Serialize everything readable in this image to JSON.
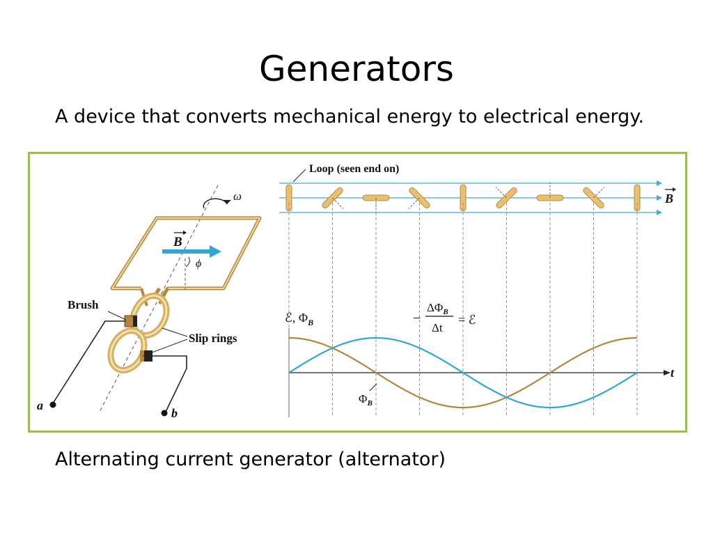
{
  "slide": {
    "title": "Generators",
    "subtitle": "A device that converts mechanical energy to electrical energy.",
    "caption": "Alternating current generator (alternator)"
  },
  "figure": {
    "loop_label": "Loop (seen end on)",
    "b_field_label": "B",
    "omega_label": "ω",
    "phi_label": "ϕ",
    "brush_label": "Brush",
    "slip_rings_label": "Slip rings",
    "terminal_a": "a",
    "terminal_b": "b",
    "axis_t": "t",
    "y_axis_label": "ℰ, Φ",
    "y_axis_sub": "B",
    "emf_formula_num": "ΔΦ",
    "emf_formula_num_sub": "B",
    "emf_formula_den": "Δt",
    "emf_formula_rhs": "= ℰ",
    "emf_formula_sign": "−",
    "phi_curve_label": "Φ",
    "phi_curve_sub": "B",
    "colors": {
      "frame": "#9bbb59",
      "field_lines": "#3fa9dc",
      "loop": "#e8c070",
      "loop_stroke": "#b8863b",
      "flux_curve": "#b5853b",
      "emf_curve": "#2ea6d8"
    }
  }
}
